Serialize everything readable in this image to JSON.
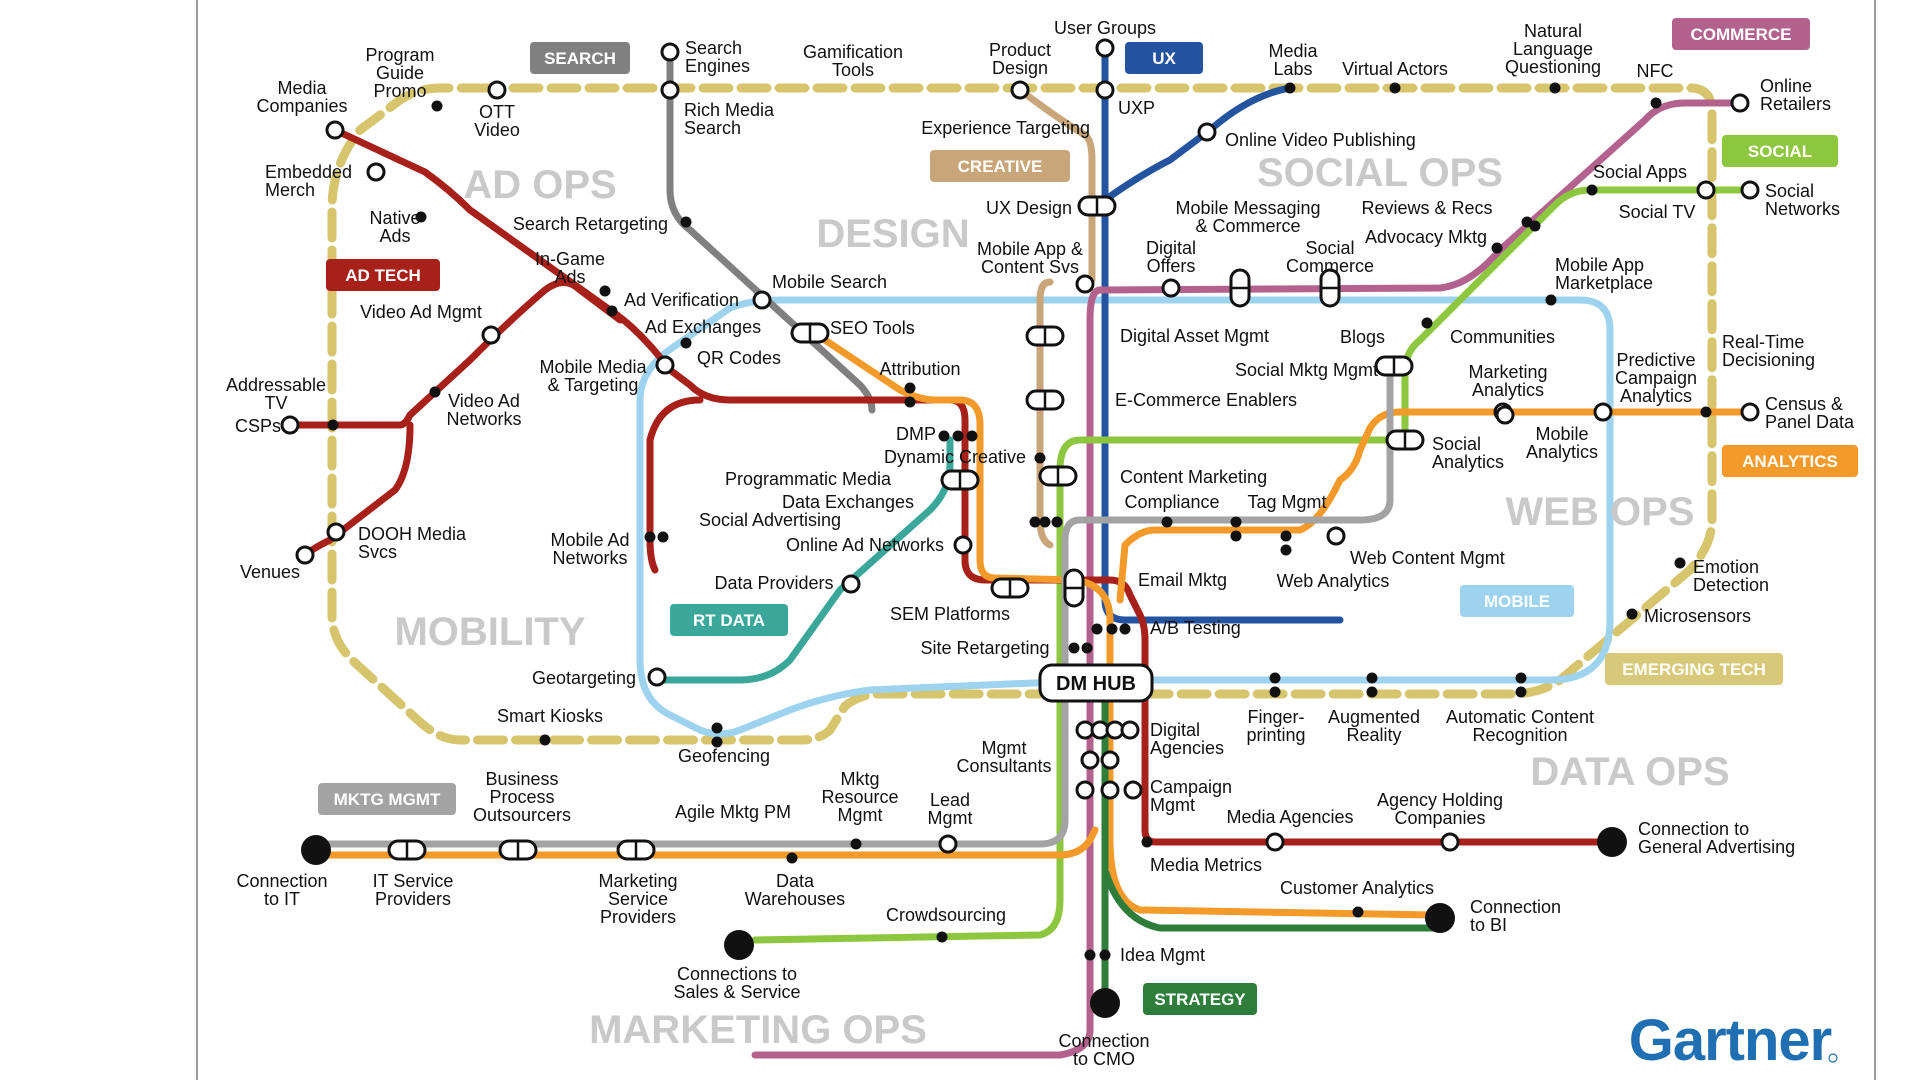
{
  "colors": {
    "yellow_dashed": "#d6c56d",
    "search": "#808080",
    "ux": "#2454a0",
    "creative": "#c8a679",
    "commerce": "#b3628e",
    "social": "#8dc63f",
    "ad_tech": "#a8201a",
    "analytics": "#f39a2b",
    "mobile": "#9dd3ef",
    "rt_data": "#3aa79a",
    "mktg_mgmt": "#a3a3a3",
    "strategy": "#2e7d3a",
    "emerging_tech": "#d8c97a",
    "brand": "#1f6fb2"
  },
  "tags": {
    "search": "SEARCH",
    "ux": "UX",
    "creative": "CREATIVE",
    "commerce": "COMMERCE",
    "social": "SOCIAL",
    "ad_tech": "AD TECH",
    "analytics": "ANALYTICS",
    "mobile": "MOBILE",
    "rt_data": "RT DATA",
    "mktg_mgmt": "MKTG MGMT",
    "strategy": "STRATEGY",
    "emerging_tech": "EMERGING TECH"
  },
  "zones": {
    "ad_ops": "AD OPS",
    "design": "DESIGN",
    "social_ops": "SOCIAL OPS",
    "web_ops": "WEB OPS",
    "mobility": "MOBILITY",
    "data_ops": "DATA OPS",
    "marketing_ops": "MARKETING OPS"
  },
  "hub": "DM HUB",
  "brand": "Gartner",
  "stations": {
    "user_groups": "User Groups",
    "product_design": [
      "Product",
      "Design"
    ],
    "media_labs": [
      "Media",
      "Labs"
    ],
    "virtual_actors": "Virtual Actors",
    "nlq": [
      "Natural",
      "Language",
      "Questioning"
    ],
    "nfc": "NFC",
    "online_retailers": [
      "Online",
      "Retailers"
    ],
    "search_engines": [
      "Search",
      "Engines"
    ],
    "gamification": [
      "Gamification",
      "Tools"
    ],
    "program_guide": [
      "Program",
      "Guide",
      "Promo"
    ],
    "media_companies": [
      "Media",
      "Companies"
    ],
    "ott_video": [
      "OTT",
      "Video"
    ],
    "rich_media": [
      "Rich Media",
      "Search"
    ],
    "uxp": "UXP",
    "experience_targeting": "Experience Targeting",
    "online_video_pub": "Online Video Publishing",
    "embedded_merch": [
      "Embedded",
      "Merch"
    ],
    "native_ads": [
      "Native",
      "Ads"
    ],
    "search_retargeting": "Search Retargeting",
    "ux_design": "UX Design",
    "mobile_messaging": [
      "Mobile Messaging",
      "& Commerce"
    ],
    "reviews_recs": "Reviews & Recs",
    "social_apps": "Social Apps",
    "social_tv": "Social TV",
    "social_networks": [
      "Social",
      "Networks"
    ],
    "advocacy": "Advocacy Mktg",
    "in_game_ads": [
      "In-Game",
      "Ads"
    ],
    "mobile_app_content": [
      "Mobile App &",
      "Content Svs"
    ],
    "digital_offers": [
      "Digital",
      "Offers"
    ],
    "social_commerce": [
      "Social",
      "Commerce"
    ],
    "mobile_app_marketplace": [
      "Mobile App",
      "Marketplace"
    ],
    "ad_verification": "Ad Verification",
    "mobile_search": "Mobile Search",
    "video_ad_mgmt": "Video Ad Mgmt",
    "ad_exchanges": "Ad Exchanges",
    "seo_tools": "SEO Tools",
    "digital_asset_mgmt": "Digital Asset Mgmt",
    "blogs": "Blogs",
    "communities": "Communities",
    "qr_codes": "QR Codes",
    "mobile_media_targeting": [
      "Mobile Media",
      "& Targeting"
    ],
    "attribution": "Attribution",
    "social_mktg_mgmt": "Social Mktg Mgmt",
    "marketing_analytics": [
      "Marketing",
      "Analytics"
    ],
    "predictive": [
      "Predictive",
      "Campaign",
      "Analytics"
    ],
    "real_time": [
      "Real-Time",
      "Decisioning"
    ],
    "addressable_tv": [
      "Addressable",
      "TV"
    ],
    "csps": "CSPs",
    "video_ad_networks": [
      "Video Ad",
      "Networks"
    ],
    "ecommerce_enablers": "E-Commerce Enablers",
    "census": [
      "Census &",
      "Panel Data"
    ],
    "dmp": "DMP",
    "dynamic_creative": "Dynamic Creative",
    "social_analytics": [
      "Social",
      "Analytics"
    ],
    "mobile_analytics": [
      "Mobile",
      "Analytics"
    ],
    "programmatic_media": "Programmatic Media",
    "content_marketing": "Content Marketing",
    "data_exchanges": "Data Exchanges",
    "compliance": "Compliance",
    "tag_mgmt": "Tag Mgmt",
    "social_advertising": "Social Advertising",
    "dooh": [
      "DOOH Media",
      "Svcs"
    ],
    "mobile_ad_networks": [
      "Mobile Ad",
      "Networks"
    ],
    "online_ad_networks": "Online Ad Networks",
    "web_content_mgmt": "Web Content Mgmt",
    "venues": "Venues",
    "emotion_detection": [
      "Emotion",
      "Detection"
    ],
    "email_mktg": "Email Mktg",
    "web_analytics": "Web Analytics",
    "data_providers": "Data Providers",
    "sem_platforms": "SEM Platforms",
    "microsensors": "Microsensors",
    "ab_testing": "A/B Testing",
    "site_retargeting": "Site Retargeting",
    "geotargeting": "Geotargeting",
    "smart_kiosks": "Smart Kiosks",
    "fingerprinting": [
      "Finger-",
      "printing"
    ],
    "augmented_reality": [
      "Augmented",
      "Reality"
    ],
    "acr": [
      "Automatic Content",
      "Recognition"
    ],
    "geofencing": "Geofencing",
    "digital_agencies": [
      "Digital",
      "Agencies"
    ],
    "mgmt_consultants": [
      "Mgmt",
      "Consultants"
    ],
    "bpo": [
      "Business",
      "Process",
      "Outsourcers"
    ],
    "mktg_resource": [
      "Mktg",
      "Resource",
      "Mgmt"
    ],
    "agile_mktg_pm": "Agile Mktg PM",
    "lead_mgmt": [
      "Lead",
      "Mgmt"
    ],
    "campaign_mgmt": [
      "Campaign",
      "Mgmt"
    ],
    "agency_holding": [
      "Agency Holding",
      "Companies"
    ],
    "media_agencies": "Media Agencies",
    "conn_general_adv": [
      "Connection to",
      "General Advertising"
    ],
    "conn_it": [
      "Connection",
      "to IT"
    ],
    "it_service": [
      "IT Service",
      "Providers"
    ],
    "msp": [
      "Marketing",
      "Service",
      "Providers"
    ],
    "data_warehouses": [
      "Data",
      "Warehouses"
    ],
    "media_metrics": "Media Metrics",
    "customer_analytics": "Customer Analytics",
    "conn_bi": [
      "Connection",
      "to BI"
    ],
    "crowdsourcing": "Crowdsourcing",
    "conn_sales": [
      "Connections to",
      "Sales & Service"
    ],
    "idea_mgmt": "Idea Mgmt",
    "conn_cmo": [
      "Connection",
      "to CMO"
    ]
  }
}
